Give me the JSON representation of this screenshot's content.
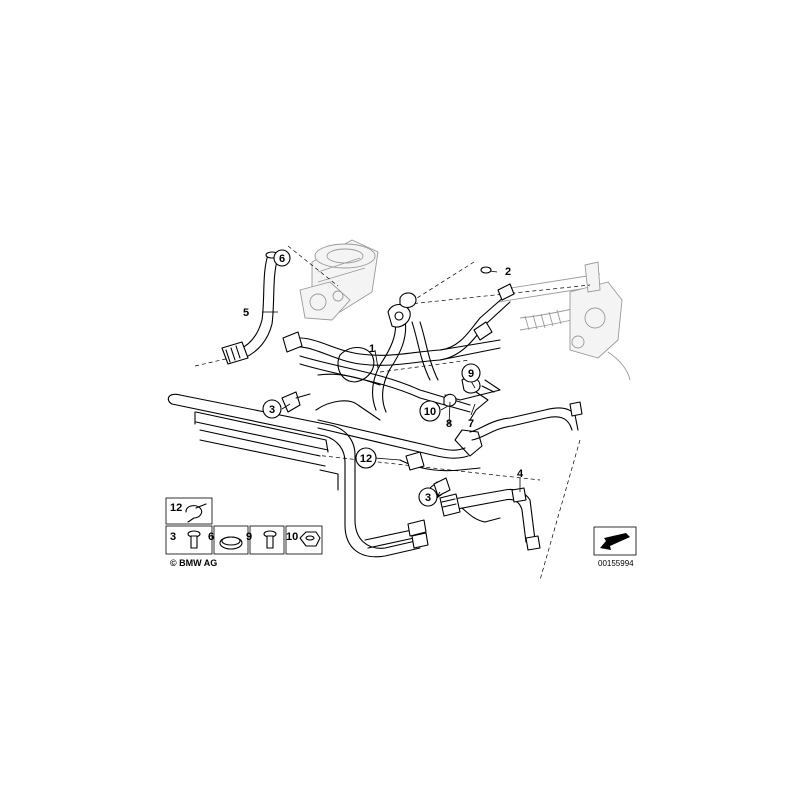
{
  "diagram": {
    "callouts": {
      "c1": "1",
      "c2": "2",
      "c3a": "3",
      "c3b": "3",
      "c4": "4",
      "c5": "5",
      "c6": "6",
      "c7": "7",
      "c8": "8",
      "c9": "9",
      "c10": "10",
      "c12": "12"
    },
    "legend": {
      "l12": "12",
      "l3": "3",
      "l6": "6",
      "l9": "9",
      "l10": "10"
    },
    "copyright": "© BMW AG",
    "image_id": "00155994",
    "icons": [
      "view-direction-arrow-icon",
      "steering-gear-icon",
      "reservoir-icon",
      "cooler-coil-icon"
    ]
  }
}
